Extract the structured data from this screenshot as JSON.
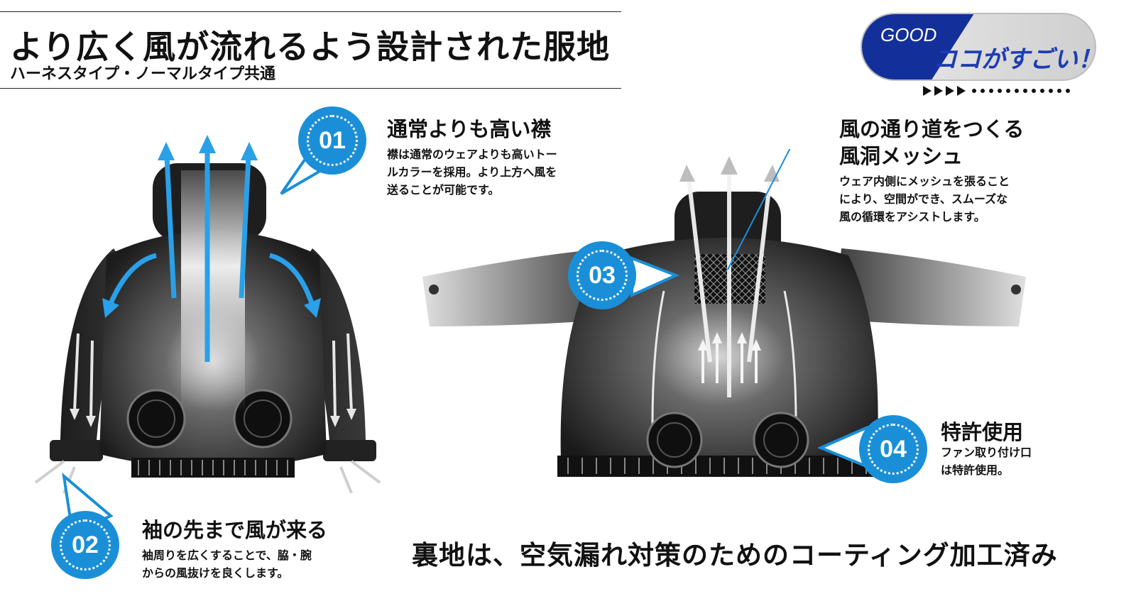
{
  "header": {
    "title": "より広く風が流れるよう設計された服地",
    "subtitle": "ハーネスタイプ・ノーマルタイプ共通"
  },
  "highlight": {
    "good_label": "GOOD",
    "main_label": "ココがすごい！"
  },
  "features": [
    {
      "number": "01",
      "heading": "通常よりも高い襟",
      "body_lines": [
        "襟は通常のウェアよりも高いトー",
        "ルカラーを採用。より上方へ風を",
        "送ることが可能です。"
      ]
    },
    {
      "number": "02",
      "heading": "袖の先まで風が来る",
      "body_lines": [
        "袖周りを広くすることで、脇・腕",
        "からの風抜けを良くします。"
      ]
    },
    {
      "number": "03",
      "heading_lines": [
        "風の通り道をつくる",
        "風洞メッシュ"
      ],
      "body_lines": [
        "ウェア内側にメッシュを張ること",
        "により、空間ができ、スムーズな",
        "風の循環をアシストします。"
      ]
    },
    {
      "number": "04",
      "heading": "特許使用",
      "body_lines": [
        "ファン取り付け口",
        "は特許使用。"
      ]
    }
  ],
  "bottom_note": "裏地は、空気漏れ対策のためのコーティング加工済み",
  "colors": {
    "accent_blue": "#1a8fd8",
    "navy": "#13309a",
    "jacket": "#2b2b2b"
  }
}
